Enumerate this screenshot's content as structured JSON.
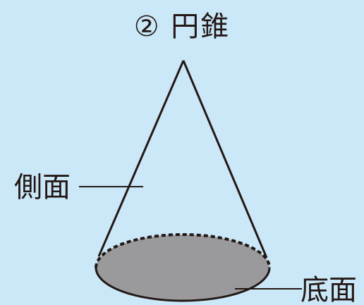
{
  "title": "② 円錐",
  "labels": {
    "side": "側面",
    "base": "底面"
  },
  "colors": {
    "background": "#cbe8f8",
    "outline": "#231815",
    "base_fill": "#9a9a9c",
    "text": "#231815"
  }
}
